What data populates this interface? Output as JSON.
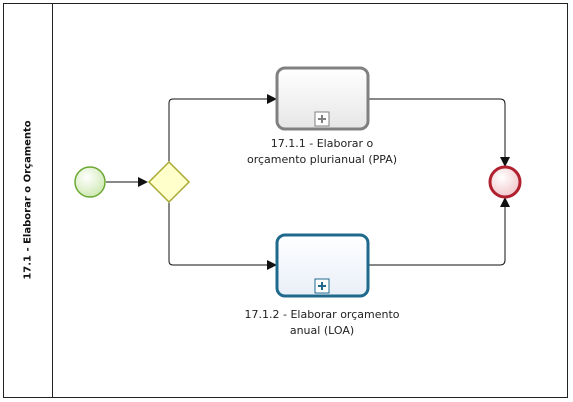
{
  "lane": {
    "title": "17.1 - Elaborar o Orçamento"
  },
  "tasks": [
    {
      "line1": "17.1.1 - Elaborar o",
      "line2": "orçamento plurianual (PPA)"
    },
    {
      "line1": "17.1.2 - Elaborar orçamento",
      "line2": "anual (LOA)"
    }
  ],
  "colors": {
    "start_fill": "#d9f0c2",
    "start_stroke": "#6aa832",
    "gateway_fill": "#ffffcc",
    "gateway_stroke": "#a8a832",
    "end_fill": "#f7d5d8",
    "end_stroke": "#b0202e",
    "task1_stroke": "#808080",
    "task2_stroke": "#1f6a8c",
    "flow": "#111111"
  }
}
